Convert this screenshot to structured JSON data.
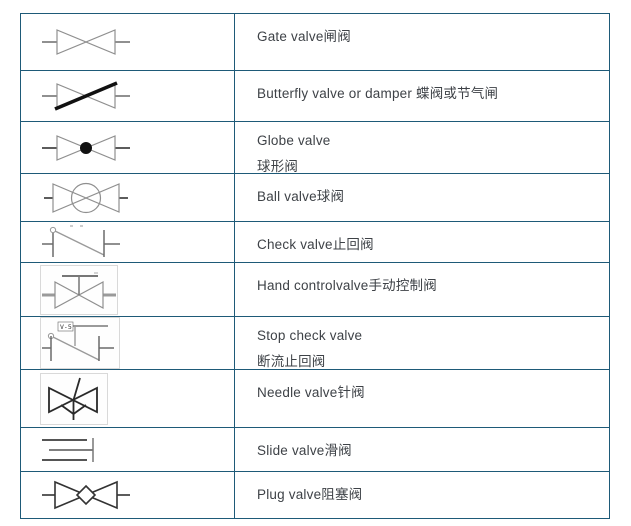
{
  "page": {
    "background_color": "#ffffff"
  },
  "table": {
    "border_color": "#1e5a78",
    "text_color": "#3e4247",
    "columns": [
      "symbol",
      "name"
    ],
    "rows": [
      {
        "symbol": "gate-valve-symbol",
        "lines": [
          "Gate valve闸阀"
        ]
      },
      {
        "symbol": "butterfly-valve-symbol",
        "lines": [
          "Butterfly valve or damper 蝶阀或节气闸"
        ]
      },
      {
        "symbol": "globe-valve-symbol",
        "lines": [
          "Globe valve",
          "球形阀"
        ]
      },
      {
        "symbol": "ball-valve-symbol",
        "lines": [
          "Ball valve球阀"
        ]
      },
      {
        "symbol": "check-valve-symbol",
        "lines": [
          "Check valve止回阀"
        ]
      },
      {
        "symbol": "hand-control-valve-symbol",
        "lines": [
          "Hand controlvalve手动控制阀"
        ]
      },
      {
        "symbol": "stop-check-valve-symbol",
        "lines": [
          "Stop check valve",
          "断流止回阀"
        ],
        "symbol_annotation": "V-5"
      },
      {
        "symbol": "needle-valve-symbol",
        "lines": [
          "Needle valve针阀"
        ]
      },
      {
        "symbol": "slide-valve-symbol",
        "lines": [
          "Slide valve滑阀"
        ]
      },
      {
        "symbol": "plug-valve-symbol",
        "lines": [
          "Plug valve阻塞阀"
        ]
      }
    ]
  }
}
